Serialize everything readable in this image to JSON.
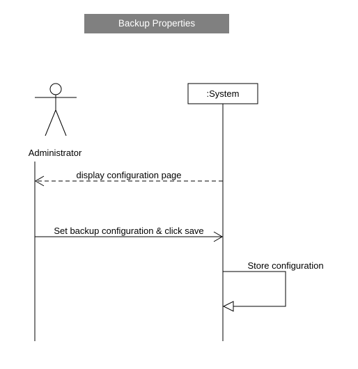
{
  "diagram": {
    "title": "Backup Properties",
    "participants": [
      {
        "id": "admin",
        "label": "Administrator",
        "kind": "actor"
      },
      {
        "id": "system",
        "label": ":System",
        "kind": "object"
      }
    ],
    "messages": [
      {
        "from": "system",
        "to": "admin",
        "label": "display configuration page",
        "style": "dashed"
      },
      {
        "from": "admin",
        "to": "system",
        "label": "Set backup configuration & click save",
        "style": "solid"
      },
      {
        "from": "system",
        "to": "system",
        "label": "Store configuration",
        "style": "self"
      }
    ]
  },
  "colors": {
    "title_bg": "#808080",
    "title_text": "#ffffff",
    "line": "#000000"
  }
}
